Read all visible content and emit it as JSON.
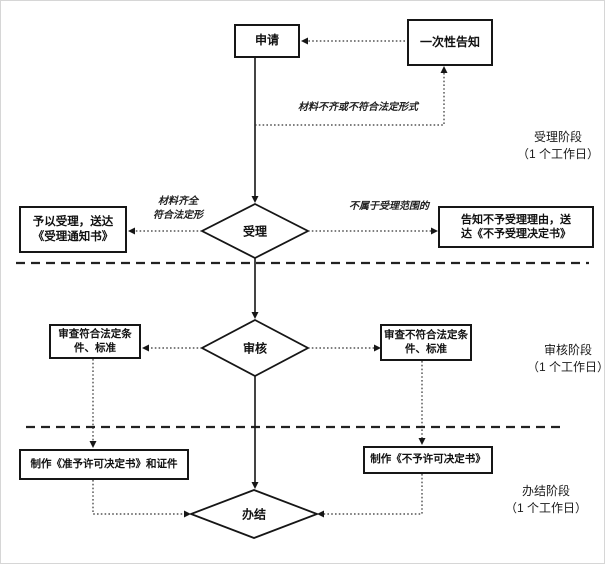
{
  "page": {
    "background": "#ffffff",
    "line_color": "#1a1a1a"
  },
  "nodes": {
    "apply": {
      "label": "申请"
    },
    "one_time_notice": {
      "label": "一次性告知"
    },
    "accept": {
      "label": "受理"
    },
    "review": {
      "label": "审核"
    },
    "complete": {
      "label": "办结"
    },
    "grant_accept": {
      "line1": "予以受理，送达",
      "line2": "《受理通知书》"
    },
    "deny_accept": {
      "line1": "告知不予受理理由，送",
      "line2": "达《不予受理决定书》"
    },
    "meet_conditions": {
      "line1": "审查符合法定条",
      "line2": "件、标准"
    },
    "not_meet_conditions": {
      "line1": "审查不符合法定条",
      "line2": "件、标准"
    },
    "make_grant_decision": {
      "label": "制作《准予许可决定书》和证件"
    },
    "make_deny_decision": {
      "label": "制作《不予许可决定书》"
    }
  },
  "edge_labels": {
    "materials_incomplete": "材料不齐或不符合法定形式",
    "materials_complete_line1": "材料齐全",
    "materials_complete_line2": "符合法定形",
    "out_of_scope": "不属于受理范围的"
  },
  "stages": [
    {
      "name": "受理阶段",
      "duration": "（1 个工作日）"
    },
    {
      "name": "审核阶段",
      "duration": "（1 个工作日）"
    },
    {
      "name": "办结阶段",
      "duration": "（1 个工作日）"
    }
  ]
}
